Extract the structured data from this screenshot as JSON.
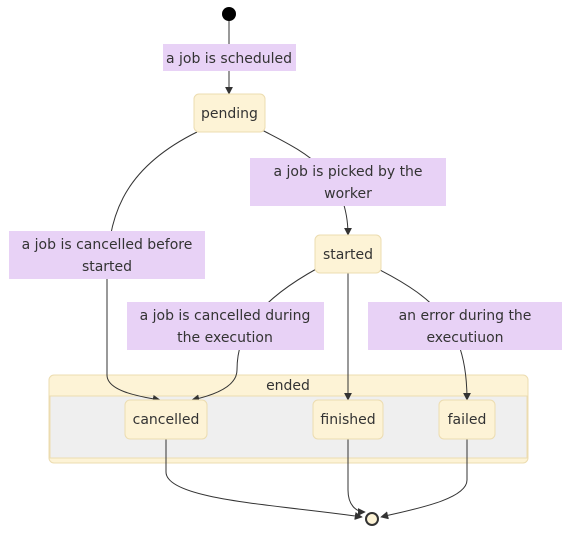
{
  "diagram": {
    "type": "state-diagram",
    "states": {
      "pending": "pending",
      "started": "started",
      "cancelled": "cancelled",
      "finished": "finished",
      "failed": "failed"
    },
    "composite": {
      "ended": "ended"
    },
    "transitions": {
      "scheduled": [
        "a job is scheduled"
      ],
      "picked": [
        "a job is picked by the",
        "worker"
      ],
      "cancelled_before": [
        "a job is cancelled before",
        "started"
      ],
      "cancelled_during": [
        "a job is cancelled during",
        "the execution"
      ],
      "error_during": [
        "an error during the",
        "executiuon"
      ]
    }
  }
}
